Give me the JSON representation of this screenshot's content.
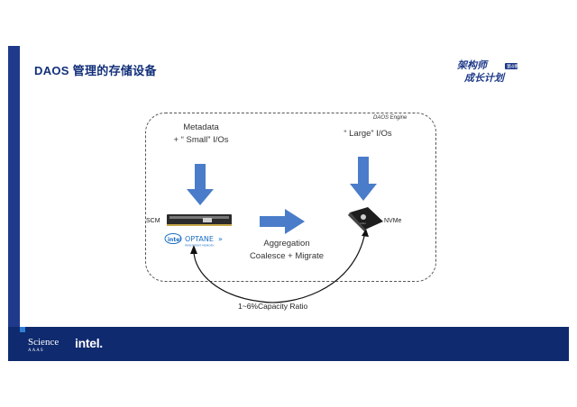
{
  "slide": {
    "title": "DAOS 管理的存储设备",
    "logo_text_line1": "架构师",
    "logo_text_line2": "成长计划",
    "logo_badge": "第4季"
  },
  "diagram": {
    "engine_label": "DAOS Engine",
    "metadata_line1": "Metadata",
    "metadata_line2": "+ “ Small” I/Os",
    "large_io": "“ Large” I/Os",
    "scm_label": "SCM",
    "optane_brand": "OPTANE",
    "optane_sub": "PERSISTENT MEMORY",
    "nvme_label": "NVMe",
    "aggregation_line1": "Aggregation",
    "aggregation_line2": "Coalesce + Migrate",
    "capacity_ratio": "1~6%Capacity Ratio"
  },
  "footer": {
    "science_logo": "Science",
    "science_sub": "AAAS",
    "intel_logo": "intel."
  },
  "colors": {
    "brand_navy": "#0f2a6e",
    "arrow_blue": "#4a7cc9",
    "title_blue": "#12307a"
  }
}
